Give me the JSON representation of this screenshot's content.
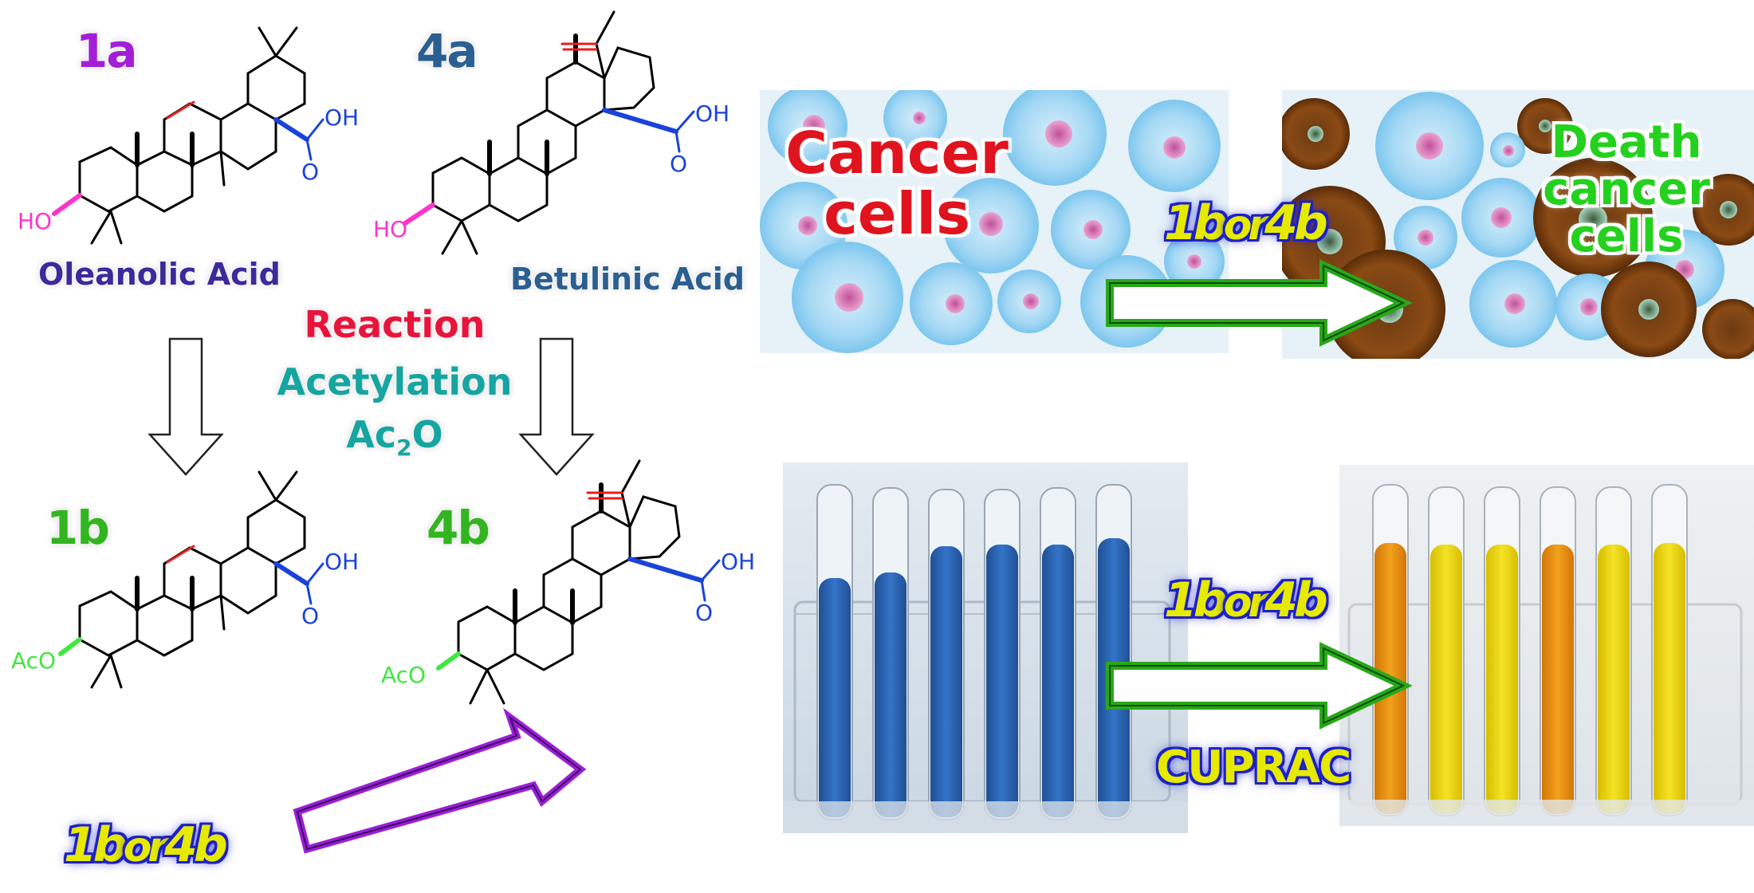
{
  "compounds": {
    "c1a": {
      "id": "1a",
      "name": "Oleanolic Acid",
      "color": "#a21fd6",
      "name_color": "#3b2a9b"
    },
    "c4a": {
      "id": "4a",
      "name": "Betulinic Acid",
      "color": "#2b5f91",
      "name_color": "#2b5f91"
    },
    "c1b": {
      "id": "1b",
      "color": "#32b520"
    },
    "c4b": {
      "id": "4b",
      "color": "#32b520"
    }
  },
  "groups": {
    "oh": "OH",
    "o": "O",
    "ho": "HO",
    "aco": "AcO"
  },
  "reaction": {
    "title": "Reaction",
    "type": "Acetylation",
    "reagent_base": "Ac",
    "reagent_sub": "2",
    "reagent_tail": "O",
    "colors": {
      "title": "#e8143c",
      "type": "#16a5a0"
    }
  },
  "agent_label": {
    "a": "1b",
    "or": "or",
    "b": "4b"
  },
  "cells": {
    "before": [
      "Cancer",
      "cells"
    ],
    "after": [
      "Death",
      "cancer",
      "cells"
    ],
    "colors": {
      "before": "#e0141e",
      "after": "#24d11e"
    }
  },
  "assay": {
    "name": "CUPRAC"
  },
  "colors": {
    "arrow_green": "#29a81a",
    "arrow_purple": "#9b1ed8",
    "label_yellow": "#e6ea00",
    "label_outline": "#1d20c8",
    "blue_solution": "#2f6bbf",
    "orange_solution": "#e8900e",
    "yellow_solution": "#e9d20a"
  }
}
